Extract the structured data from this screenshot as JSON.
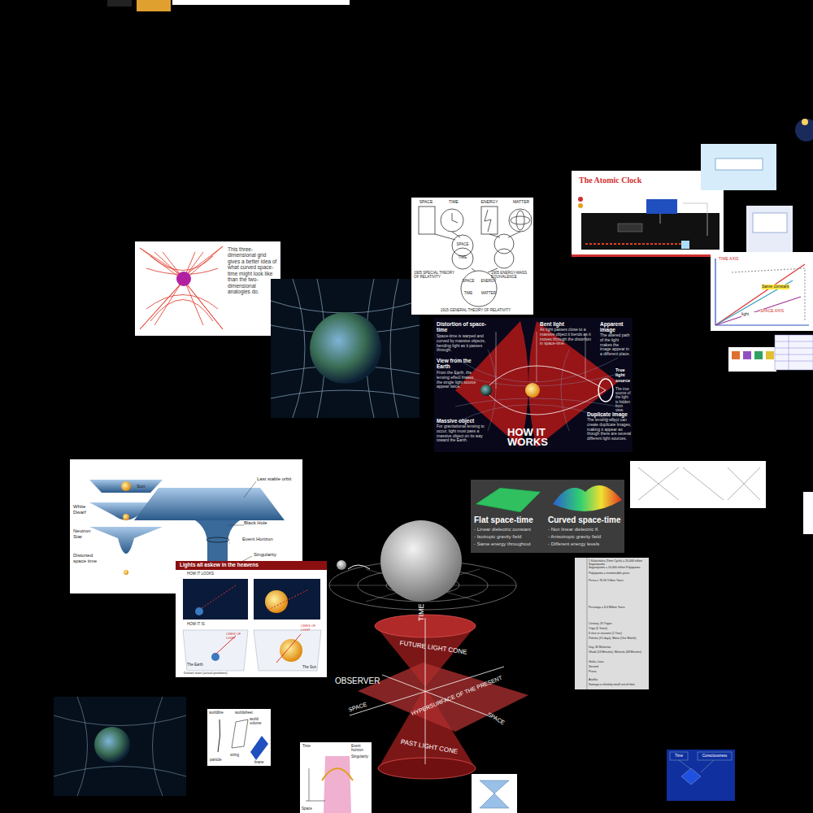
{
  "diagram": {
    "labels": [
      "This three-dimensional grid gives a better idea of what curved space-time might look like than the two-dimensional analogies do.",
      "SPACE",
      "TIME",
      "ENERGY",
      "MATTER",
      "SPACE",
      "TIME",
      "1905 SPECIAL THEORY OF RELATIVITY",
      "1905 ENERGY-MASS EQUIVALENCE",
      "SPACE",
      "ENERGY",
      "TIME",
      "MATTER",
      "1915 GENERAL THEORY OF RELATIVITY",
      "The Atomic Clock",
      "Distortion of space-time",
      "Space-time is warped and curved by massive objects, bending light as it passes through.",
      "Bent light",
      "As light passes close to a massive object it bends as it moves through the distortion in space-time.",
      "Apparent image",
      "The altered path of the light makes the image appear in a different place.",
      "View from the Earth",
      "From the Earth, the lensing effect makes the single light source appear twice.",
      "True light source",
      "The true source of the light is hidden from view.",
      "Massive object",
      "For gravitational lensing to occur, light must pass a massive object on its way toward the Earth.",
      "Duplicate image",
      "The lensing effect can create duplicate images, making it appear as though there are several different light sources.",
      "HOW IT WORKS",
      "Sun",
      "White Dwarf",
      "Neutron Star",
      "Distorted space time",
      "Last stable orbit",
      "Black Hole",
      "Event Horizon",
      "Singularity",
      "Lights all askew in the heavens",
      "HOW IT LOOKS",
      "HOW IT IS",
      "Distant stars (actual positions)",
      "The Sun",
      "The Earth",
      "LINES OF LIGHT",
      "LINES OF LIGHT",
      "Flat space-time",
      "- Linear dielectric constant",
      "- Isotropic gravity field",
      "- Same energy throughout",
      "Curved space-time",
      "- Non linear dielectric K",
      "- Anisotropic gravity field",
      "- Different energy levels",
      "TIME",
      "FUTURE LIGHT CONE",
      "OBSERVER",
      "SPACE",
      "HYPERSURFACE OF THE PRESENT",
      "SPACE",
      "PAST LIGHT CONE",
      "1 Kalachakra (Time Cycle) = 20,000 trillion Sagaropama",
      "Sagaropama = 10,000 trillion Palyopama",
      "Palyopama = innumerable years",
      "Purva = 70.56 Trillion Years",
      "Purvanga = 8.4 Million Years",
      "Century, 20 Yugas",
      "Yuga (5 Years)",
      "6 ritus or seasons (1 Year)",
      "Paksha (15 days), Masa (One Month)",
      "Day, 30 Muhurtas",
      "Ghadi (24 Minutes), Muhurta (48 Minutes)",
      "Stoka, Lava",
      "Second",
      "Prana",
      "Avalika",
      "Samaya a infinitely small unit of time",
      "worldline",
      "worldsheet",
      "world volume",
      "particle",
      "string",
      "brane",
      "Time",
      "Space",
      "Event horizon",
      "Singularity",
      "SPACE AXIS",
      "TIME AXIS",
      "Same constant",
      "light",
      "Time",
      "Consciousness"
    ]
  }
}
